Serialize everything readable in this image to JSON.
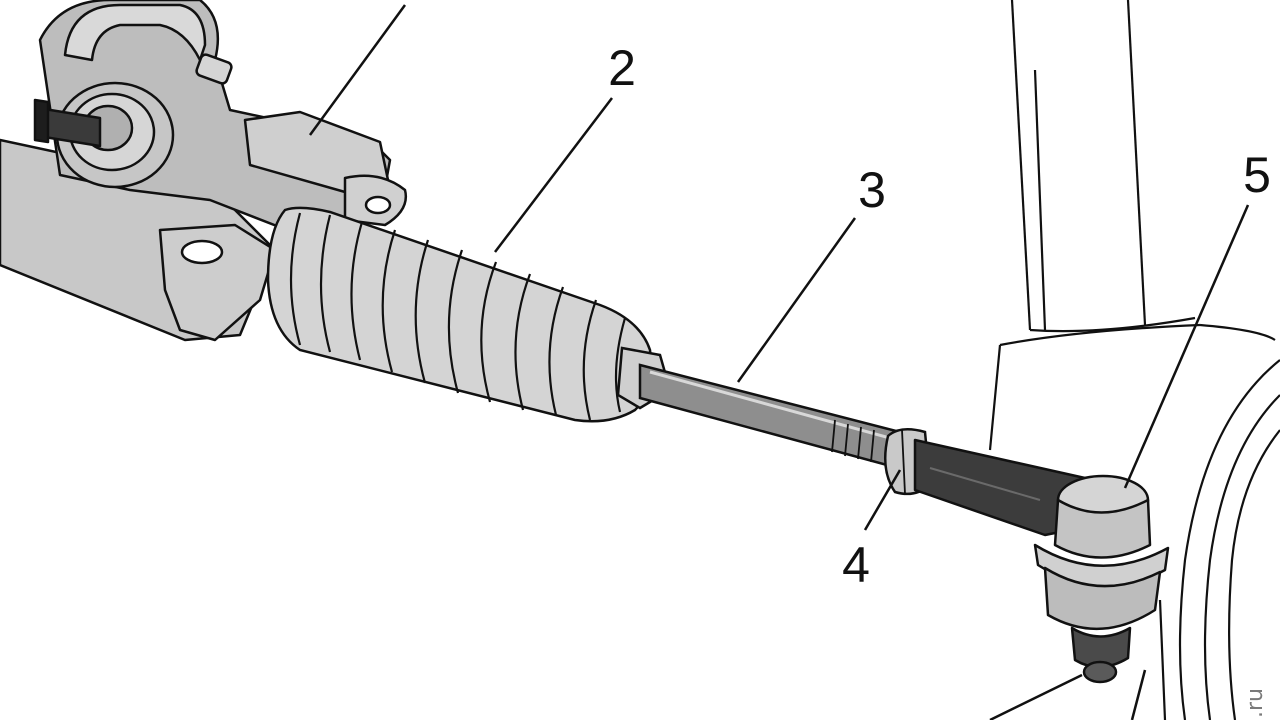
{
  "diagram": {
    "subject": "steering-rack-and-tie-rod-assembly",
    "callouts": [
      {
        "id": "callout-2",
        "label": "2"
      },
      {
        "id": "callout-3",
        "label": "3"
      },
      {
        "id": "callout-4",
        "label": "4"
      },
      {
        "id": "callout-5",
        "label": "5"
      }
    ],
    "watermark": ".ru",
    "colors": {
      "outline": "#111111",
      "part_light": "#d2d2d2",
      "part_mid": "#b9b9b9",
      "part_dark": "#3c3c3c",
      "rod": "#8a8a8a",
      "background": "#ffffff"
    }
  }
}
